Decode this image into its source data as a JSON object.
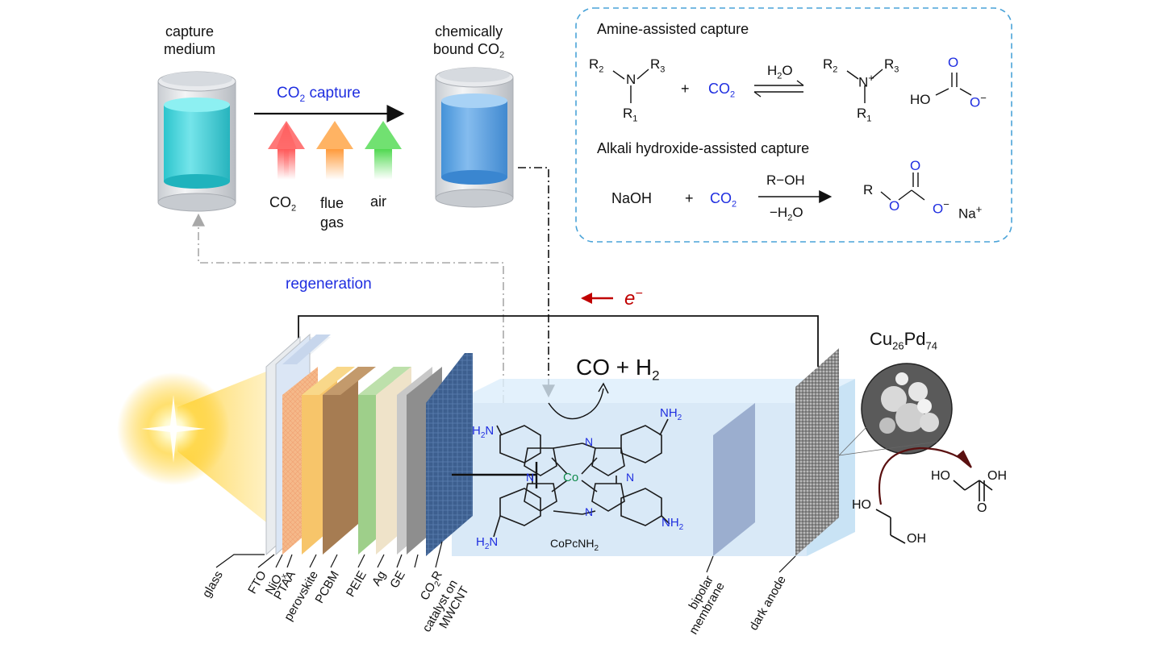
{
  "top": {
    "capture_medium": [
      "capture",
      "medium"
    ],
    "capture_label": "CO",
    "capture_sub": "2",
    "capture_word": " capture",
    "sources": [
      "CO",
      "flue",
      "gas",
      "air"
    ],
    "co2_sub": "2",
    "bound": [
      "chemically",
      "bound CO"
    ],
    "bound_sub": "2",
    "regeneration": "regeneration",
    "electron": "e",
    "electron_sup": "−"
  },
  "box": {
    "amine_title": "Amine-assisted capture",
    "hydroxide_title": "Alkali hydroxide-assisted capture",
    "amine_reactant": {
      "r2": "R",
      "r2s": "2",
      "n": "N",
      "r3": "R",
      "r3s": "3",
      "r1": "R",
      "r1s": "1"
    },
    "plus": "+",
    "co2": "CO",
    "co2_sub": "2",
    "h2o": "H",
    "h2o_sub": "2",
    "h2o_o": "O",
    "amine_product": {
      "r2": "R",
      "r2s": "2",
      "n": "N",
      "plus": "+",
      "r3": "R",
      "r3s": "3",
      "r1": "R",
      "r1s": "1"
    },
    "bicarbonate": {
      "o_top": "O",
      "ho": "HO",
      "o_neg": "O",
      "neg": "−"
    },
    "naoh": "NaOH",
    "roh": "R−OH",
    "minus_h2o": "−H",
    "minus_h2o_sub": "2",
    "minus_h2o_o": "O",
    "alkyl": {
      "r": "R",
      "o": "O",
      "o_top": "O",
      "o_neg": "O",
      "neg": "−",
      "na": "Na",
      "na_sup": "+"
    }
  },
  "cell": {
    "product": "CO + H",
    "product_sub": "2",
    "catalyst_name": "CoPcNH",
    "catalyst_sub": "2",
    "nh2": "NH",
    "nh2_sub": "2",
    "h2n": "H",
    "h2n_sub": "2",
    "h2n_n": "N",
    "n": "N",
    "co": "Co",
    "anode_catalyst": "Cu",
    "anode_sub1": "26",
    "anode_pd": "Pd",
    "anode_sub2": "74",
    "ethylene_glycol": {
      "ho": "HO",
      "oh": "OH"
    },
    "glycolic_acid": {
      "ho": "HO",
      "oh": "OH",
      "o": "O"
    }
  },
  "layers": {
    "glass": "glass",
    "fto": "FTO",
    "niox": "NiO",
    "niox_sub": "x",
    "ptaa": "PTAA",
    "perovskite": "perovskite",
    "pcbm": "PCBM",
    "peie": "PEIE",
    "ag": "Ag",
    "ge": "GE",
    "co2r": [
      "CO",
      "R",
      "catalyst on",
      "MWCNT"
    ],
    "co2r_sub": "2",
    "bipolar": [
      "bipolar",
      "membrane"
    ],
    "dark_anode": "dark anode"
  }
}
